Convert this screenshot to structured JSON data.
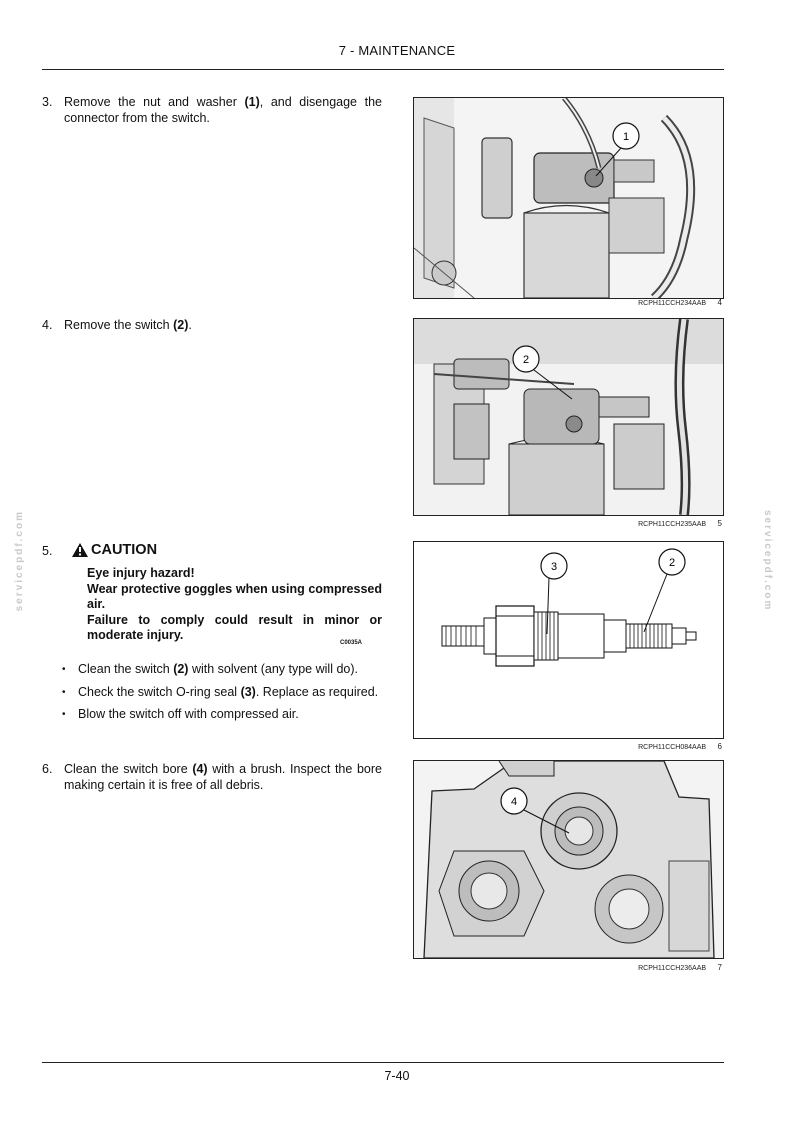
{
  "header": {
    "title": "7 - MAINTENANCE"
  },
  "footer": {
    "page_number": "7-40"
  },
  "watermark": {
    "text": "servicepdf.com"
  },
  "steps": [
    {
      "number": "3.",
      "pre": "Remove the nut and washer ",
      "ref": "(1)",
      "post": ", and disengage the connector from the switch."
    },
    {
      "number": "4.",
      "pre": "Remove the switch ",
      "ref": "(2)",
      "post": "."
    },
    {
      "number": "5."
    },
    {
      "number": "6.",
      "pre": "Clean the switch bore ",
      "ref": "(4)",
      "post": " with a brush.  Inspect the bore making certain it is free of all debris."
    }
  ],
  "caution": {
    "title": "CAUTION",
    "line1": "Eye injury hazard!",
    "line2": "Wear protective goggles when using compressed air.",
    "line3": "Failure to comply could result in minor or moderate injury.",
    "code": "C0035A"
  },
  "bullets": [
    {
      "pre": "Clean the switch ",
      "ref": "(2)",
      "post": " with solvent (any type will do)."
    },
    {
      "pre": "Check the switch O-ring seal ",
      "ref": "(3)",
      "post": ".  Replace as required."
    },
    {
      "pre": "Blow the switch off with compressed air.",
      "ref": "",
      "post": ""
    }
  ],
  "figures": [
    {
      "code": "RCPH11CCH234AAB",
      "number": "4",
      "callouts": [
        "1"
      ]
    },
    {
      "code": "RCPH11CCH235AAB",
      "number": "5",
      "callouts": [
        "2"
      ]
    },
    {
      "code": "RCPH11CCH084AAB",
      "number": "6",
      "callouts": [
        "3",
        "2"
      ]
    },
    {
      "code": "RCPH11CCH236AAB",
      "number": "7",
      "callouts": [
        "4"
      ]
    }
  ]
}
